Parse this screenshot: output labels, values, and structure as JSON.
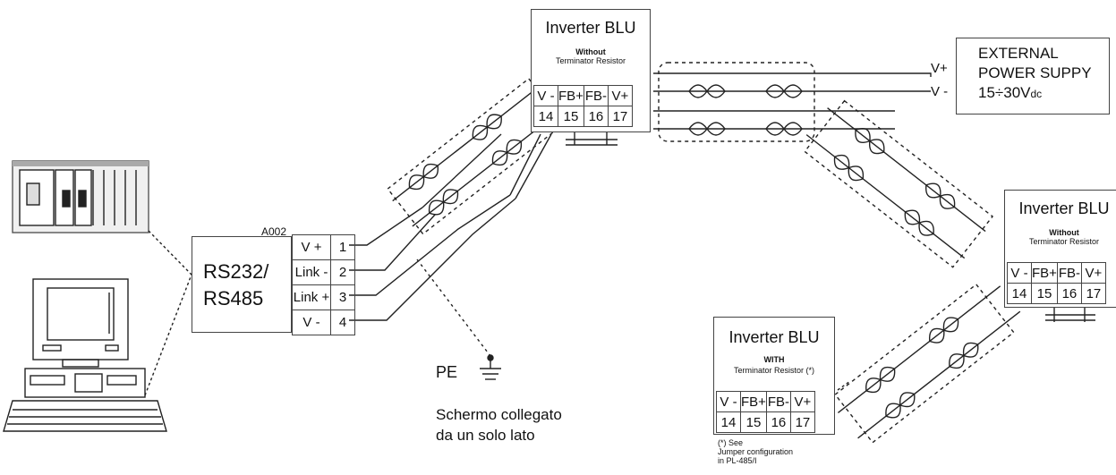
{
  "rs_unit": {
    "code": "A002",
    "title_line1": "RS232/",
    "title_line2": "RS485",
    "terminals": [
      {
        "label": "V +",
        "num": "1"
      },
      {
        "label": "Link -",
        "num": "2"
      },
      {
        "label": "Link +",
        "num": "3"
      },
      {
        "label": "V -",
        "num": "4"
      }
    ]
  },
  "inverter_top": {
    "title": "Inverter BLU",
    "mode": "Without",
    "note": "Terminator Resistor",
    "terminal_labels": [
      "V -",
      "FB+",
      "FB-",
      "V+"
    ],
    "terminal_nums": [
      "14",
      "15",
      "16",
      "17"
    ]
  },
  "inverter_right": {
    "title": "Inverter BLU",
    "mode": "Without",
    "note": "Terminator Resistor",
    "terminal_labels": [
      "V -",
      "FB+",
      "FB-",
      "V+"
    ],
    "terminal_nums": [
      "14",
      "15",
      "16",
      "17"
    ]
  },
  "inverter_bottom": {
    "title": "Inverter BLU",
    "mode": "WITH",
    "note": "Terminator Resistor (*)",
    "terminal_labels": [
      "V -",
      "FB+",
      "FB-",
      "V+"
    ],
    "terminal_nums": [
      "14",
      "15",
      "16",
      "17"
    ],
    "footnote": [
      "(*) See",
      "Jumper configuration",
      "in PL-485/I"
    ]
  },
  "power_supply": {
    "line1": "EXTERNAL",
    "line2": "POWER SUPPY",
    "line3": "15÷30V",
    "line3_sub": "dc",
    "v_plus": "V+",
    "v_minus": "V -"
  },
  "ground": {
    "label": "PE",
    "caption_line1": "Schermo collegato",
    "caption_line2": "da un solo lato"
  }
}
